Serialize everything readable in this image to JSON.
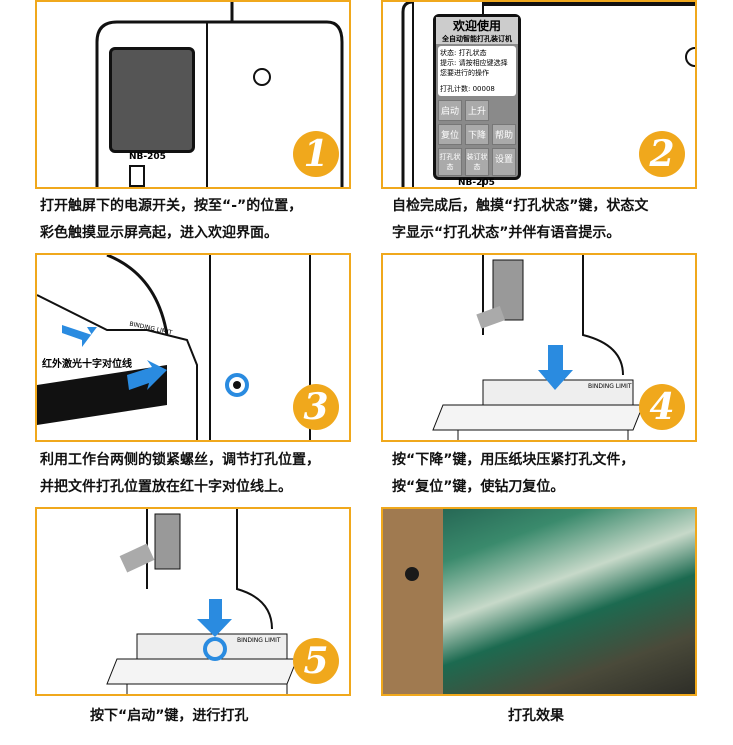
{
  "accent_color": "#f0a81c",
  "steps": [
    {
      "number": "1",
      "caption_lines": [
        "打开触屏下的电源开关，按至“-”的位置，",
        "彩色触摸显示屏亮起，进入欢迎界面。"
      ],
      "model": "NB-205"
    },
    {
      "number": "2",
      "caption_lines": [
        "自检完成后，触摸“打孔状态”键，状态文",
        "字显示“打孔状态”并伴有语音提示。"
      ],
      "model": "NB-205",
      "screen": {
        "title": "欢迎使用",
        "subtitle": "全自动智能打孔装订机",
        "status": "状态:  打孔状态",
        "hint": "提示: 请按相应键选择您要进行的操作",
        "count": "打孔计数: 00008",
        "buttons": [
          "启动",
          "上升",
          "",
          "复位",
          "下降",
          "帮助",
          "打孔状态",
          "装订状态",
          "设置"
        ]
      }
    },
    {
      "number": "3",
      "caption_lines": [
        "利用工作台两侧的锁紧螺丝，调节打孔位置，",
        "并把文件打孔位置放在红十字对位线上。"
      ],
      "callout": "红外激光十字对位线",
      "limit_label": "BINDING LIMIT"
    },
    {
      "number": "4",
      "caption_lines": [
        "按“下降”键，用压纸块压紧打孔文件，",
        "按“复位”键，使钻刀复位。"
      ],
      "limit_label": "BINDING LIMIT"
    },
    {
      "number": "5",
      "caption_lines": [
        "按下“启动”键，进行打孔"
      ],
      "limit_label": "BINDING LIMIT"
    },
    {
      "number": "",
      "caption_lines": [
        "打孔效果"
      ]
    }
  ]
}
